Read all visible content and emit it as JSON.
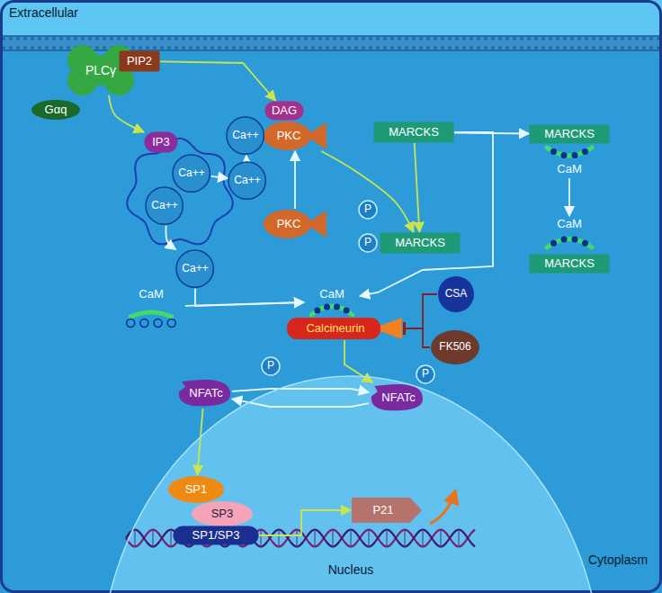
{
  "diagram": {
    "nodes": [
      {
        "text": [
          "Gαq"
        ]
      },
      {
        "text": [
          "PLCγ"
        ]
      },
      {
        "text": [
          "PIP2"
        ]
      },
      {
        "text": [
          "DAG"
        ]
      },
      {
        "text": [
          "PKC"
        ]
      },
      {
        "text": [
          "Ca++"
        ]
      },
      {
        "text": [
          "MARCKS"
        ]
      },
      {
        "text": [
          "MARCKS"
        ]
      },
      {
        "text": [
          "CaM"
        ]
      },
      {
        "text": [
          "IP3"
        ]
      },
      {
        "text": [
          "Ca++"
        ]
      },
      {
        "text": [
          "Ca++"
        ]
      },
      {
        "text": [
          "Ca++"
        ]
      },
      {
        "text": [
          "PKC"
        ]
      },
      {
        "text": [
          "P"
        ]
      },
      {
        "text": [
          "P"
        ]
      },
      {
        "text": [
          "MARCKS"
        ]
      },
      {
        "text": [
          "CaM"
        ]
      },
      {
        "text": [
          "MARCKS"
        ]
      },
      {
        "text": [
          "Ca++"
        ]
      },
      {
        "text": [
          "CaM"
        ]
      },
      {
        "text": [
          "CaM"
        ]
      },
      {
        "text": [
          "Calcineurin"
        ]
      },
      {
        "text": [
          "CSA"
        ]
      },
      {
        "text": [
          "FK506"
        ]
      },
      {
        "text": [
          "P"
        ]
      },
      {
        "text": [
          "NFATc"
        ]
      },
      {
        "text": [
          "NFATc"
        ]
      },
      {
        "text": [
          "P"
        ]
      },
      {
        "text": [
          "Nucleus"
        ]
      },
      {
        "text": [
          "SP1"
        ],
        "in": 29
      },
      {
        "text": [
          "SP3"
        ],
        "in": 29
      },
      {
        "text": [
          "SP1/SP3"
        ],
        "in": 29
      },
      {
        "text": [
          "P21"
        ],
        "in": 29
      }
    ],
    "edges": [
      {
        "from": 2,
        "to": 3,
        "arrow": "to"
      },
      {
        "from": 1,
        "to": 9,
        "arrow": "to"
      },
      {
        "from": 10,
        "to": 12,
        "arrow": "to"
      },
      {
        "from": 12,
        "to": 5,
        "arrow": "to"
      },
      {
        "from": 13,
        "to": 4,
        "arrow": "to"
      },
      {
        "from": 4,
        "to": 16,
        "arrow": "to"
      },
      {
        "from": 6,
        "to": 16,
        "arrow": "to"
      },
      {
        "from": 6,
        "to": 7,
        "arrow": "to"
      },
      {
        "from": 8,
        "to": 17,
        "arrow": "to"
      },
      {
        "from": 11,
        "to": 19,
        "arrow": "to"
      },
      {
        "from": 19,
        "to": 21,
        "arrow": "to"
      },
      {
        "from": 20,
        "to": 21,
        "arrow": "to"
      },
      {
        "from": 6,
        "to": 21,
        "arrow": "to"
      },
      {
        "from": 23,
        "to": 22,
        "arrow": "to"
      },
      {
        "from": 24,
        "to": 22,
        "arrow": "to"
      },
      {
        "from": 22,
        "to": 27,
        "arrow": "to"
      },
      {
        "from": 26,
        "to": 27,
        "arrow": "to"
      },
      {
        "from": 27,
        "to": 26,
        "arrow": "to"
      },
      {
        "from": 26,
        "to": 30,
        "arrow": "to"
      },
      {
        "from": 32,
        "to": 33,
        "arrow": "to"
      }
    ],
    "labels": [
      "Extracellular",
      "Cytoplasm"
    ]
  }
}
